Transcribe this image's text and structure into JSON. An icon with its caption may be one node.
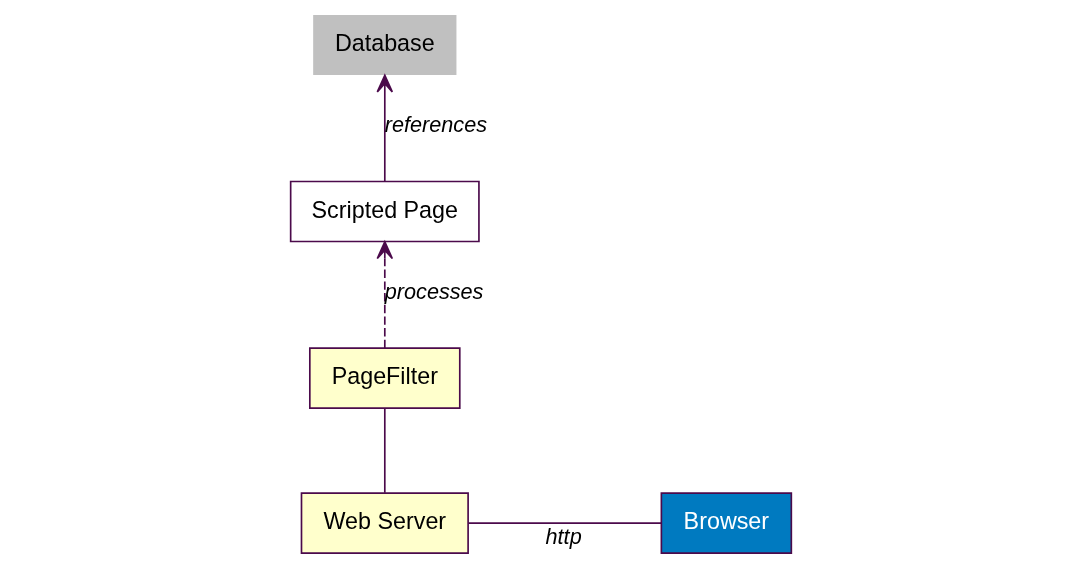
{
  "diagram": {
    "nodes": [
      {
        "text": [
          "Database"
        ]
      },
      {
        "text": [
          "Web Server"
        ]
      },
      {
        "text": [
          "Browser"
        ]
      },
      {
        "text": [
          "PageFilter"
        ]
      },
      {
        "text": [
          "Scripted Page"
        ]
      }
    ],
    "edges": [
      {
        "from": 1,
        "to": 2,
        "arrow": "none",
        "label": "http"
      },
      {
        "from": 1,
        "to": 3,
        "arrow": "none"
      },
      {
        "from": 3,
        "to": 4,
        "arrow": "to",
        "label": "processes",
        "style": "dashed"
      },
      {
        "from": 4,
        "to": 0,
        "arrow": "to",
        "label": "references"
      }
    ]
  }
}
